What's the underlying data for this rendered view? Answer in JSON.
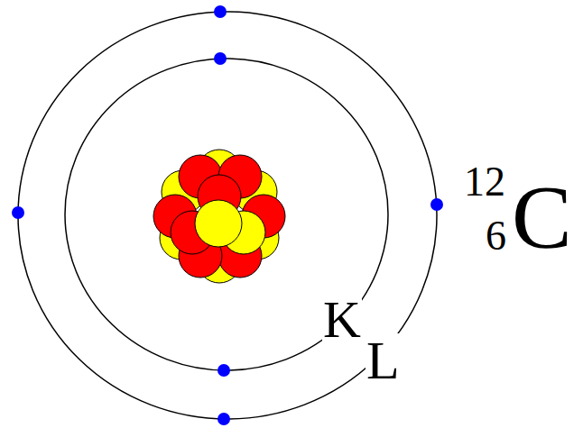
{
  "diagram": {
    "labels": [
      "K",
      "L",
      "12",
      "6",
      "C"
    ]
  }
}
